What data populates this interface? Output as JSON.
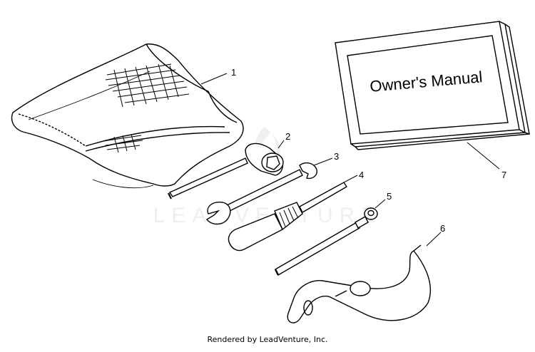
{
  "diagram": {
    "manual_cover_text": "Owner's Manual",
    "callouts": [
      {
        "id": "pouch",
        "label": "1"
      },
      {
        "id": "socket-wrench",
        "label": "2"
      },
      {
        "id": "open-end-wrench",
        "label": "3"
      },
      {
        "id": "screwdriver",
        "label": "4"
      },
      {
        "id": "spark-plug-tool",
        "label": "5"
      },
      {
        "id": "spanner-wrench",
        "label": "6"
      },
      {
        "id": "owners-manual",
        "label": "7"
      }
    ],
    "watermark_text": "LEADVENTURE",
    "credit": "Rendered by LeadVenture, Inc."
  }
}
